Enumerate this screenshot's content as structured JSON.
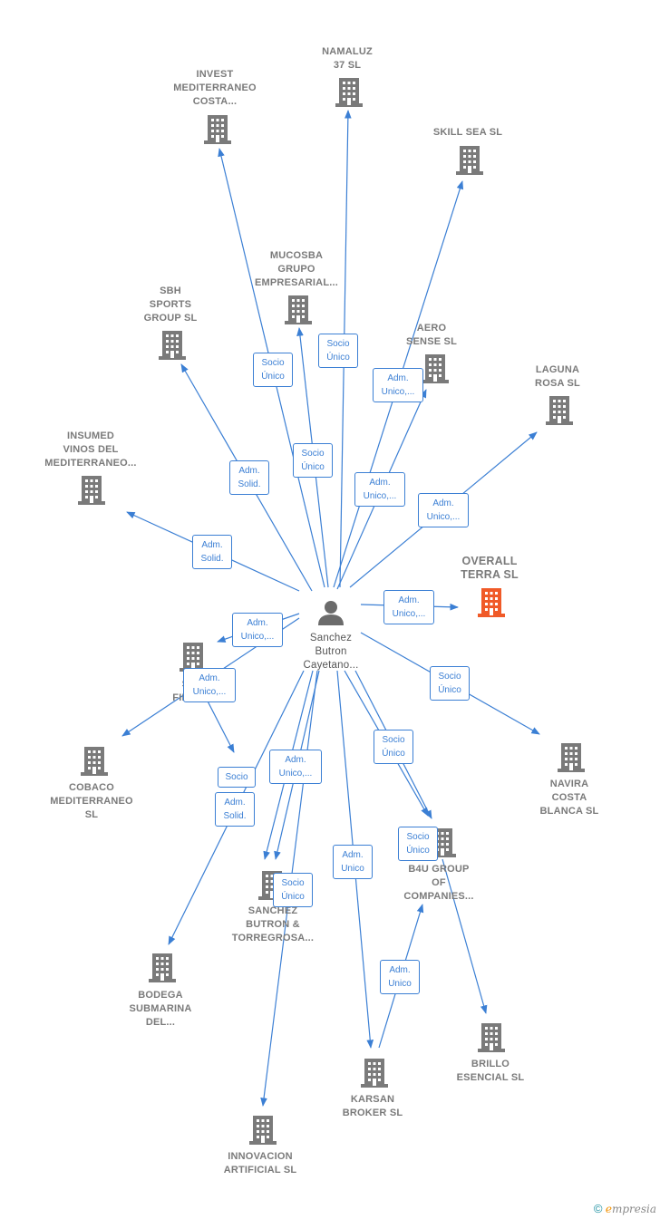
{
  "colors": {
    "edge": "#3b7fd4",
    "node": "#7a7a7a",
    "highlight": "#f05a28"
  },
  "center": {
    "name_lines": [
      "Sanchez",
      "Butron",
      "Cayetano..."
    ],
    "icon": "person-icon"
  },
  "nodes": [
    {
      "id": "namaluz",
      "lines": [
        "NAMALUZ",
        "37 SL"
      ]
    },
    {
      "id": "invest",
      "lines": [
        "INVEST",
        "MEDITERRANEO",
        "COSTA..."
      ]
    },
    {
      "id": "skillsea",
      "lines": [
        "SKILL SEA SL"
      ]
    },
    {
      "id": "mucosba",
      "lines": [
        "MUCOSBA",
        "GRUPO",
        "EMPRESARIAL..."
      ]
    },
    {
      "id": "sbh",
      "lines": [
        "SBH",
        "SPORTS",
        "GROUP SL"
      ]
    },
    {
      "id": "aero",
      "lines": [
        "AERO",
        "SENSE SL"
      ]
    },
    {
      "id": "laguna",
      "lines": [
        "LAGUNA",
        "ROSA SL"
      ]
    },
    {
      "id": "insumed",
      "lines": [
        "INSUMED",
        "VINOS DEL",
        "MEDITERRANEO..."
      ]
    },
    {
      "id": "overall",
      "lines": [
        "OVERALL",
        "TERRA SL"
      ],
      "highlight": true
    },
    {
      "id": "sefirm",
      "lines": [
        "SE...",
        "FIRM SL"
      ]
    },
    {
      "id": "cobaco",
      "lines": [
        "COBACO",
        "MEDITERRANEO",
        "SL"
      ]
    },
    {
      "id": "navira",
      "lines": [
        "NAVIRA",
        "COSTA",
        "BLANCA SL"
      ]
    },
    {
      "id": "b4u",
      "lines": [
        "B4U GROUP",
        "OF",
        "COMPANIES..."
      ]
    },
    {
      "id": "sanchezbt",
      "lines": [
        "SANCHEZ",
        "BUTRON &",
        "TORREGROSA..."
      ]
    },
    {
      "id": "bodega",
      "lines": [
        "BODEGA",
        "SUBMARINA",
        "DEL..."
      ]
    },
    {
      "id": "brillo",
      "lines": [
        "BRILLO",
        "ESENCIAL SL"
      ]
    },
    {
      "id": "karsan",
      "lines": [
        "KARSAN",
        "BROKER SL"
      ]
    },
    {
      "id": "innovacion",
      "lines": [
        "INNOVACION",
        "ARTIFICIAL SL"
      ]
    }
  ],
  "edge_labels": [
    {
      "id": "e-namaluz",
      "lines": [
        "Socio",
        "Único"
      ]
    },
    {
      "id": "e-invest",
      "lines": [
        "Socio",
        "Único"
      ]
    },
    {
      "id": "e-mucosba",
      "lines": [
        "Socio",
        "Único"
      ]
    },
    {
      "id": "e-skillsea",
      "lines": [
        "Adm.",
        "Unico,..."
      ]
    },
    {
      "id": "e-aero",
      "lines": [
        "Adm.",
        "Unico,..."
      ]
    },
    {
      "id": "e-sbh",
      "lines": [
        "Adm.",
        "Solid."
      ]
    },
    {
      "id": "e-laguna",
      "lines": [
        "Adm.",
        "Unico,..."
      ]
    },
    {
      "id": "e-insumed",
      "lines": [
        "Adm.",
        "Solid."
      ]
    },
    {
      "id": "e-overall",
      "lines": [
        "Adm.",
        "Unico,..."
      ]
    },
    {
      "id": "e-sefirm",
      "lines": [
        "Adm.",
        "Unico,..."
      ]
    },
    {
      "id": "e-cobaco",
      "lines": [
        "Adm.",
        "Unico,..."
      ]
    },
    {
      "id": "e-navira",
      "lines": [
        "Socio",
        "Único"
      ]
    },
    {
      "id": "e-b4u-1",
      "lines": [
        "Socio",
        "Único"
      ]
    },
    {
      "id": "e-b4u-2",
      "lines": [
        "Socio",
        "Único"
      ]
    },
    {
      "id": "e-sanchezbt-1",
      "lines": [
        "Socio"
      ]
    },
    {
      "id": "e-sanchezbt-2",
      "lines": [
        "Adm.",
        "Unico,..."
      ]
    },
    {
      "id": "e-sanchezbt-3",
      "lines": [
        "Socio",
        "Único"
      ]
    },
    {
      "id": "e-bodega",
      "lines": [
        "Adm.",
        "Solid."
      ]
    },
    {
      "id": "e-karsan",
      "lines": [
        "Adm.",
        "Unico"
      ]
    },
    {
      "id": "e-karsan-b4u",
      "lines": [
        "Adm.",
        "Unico"
      ]
    }
  ],
  "brand": {
    "copyright": "©",
    "initial": "e",
    "rest": "mpresia"
  }
}
